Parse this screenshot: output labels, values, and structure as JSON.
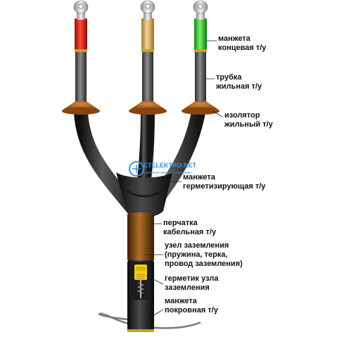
{
  "watermark": {
    "brand": "ETELEKTRO.NET",
    "tagline": "интернет-магазин электрики"
  },
  "labels": {
    "end_cap": {
      "line1": "манжета",
      "line2": "концевая т/у"
    },
    "core_tube": {
      "line1": "трубка",
      "line2": "жильная т/у"
    },
    "core_insulator": {
      "line1": "изолятор",
      "line2": "жильный т/у"
    },
    "sealing_cuff": {
      "line1": "манжета",
      "line2": "герметизирующая т/у"
    },
    "cable_glove": {
      "line1": "перчатка",
      "line2": "кабельная т/у"
    },
    "grounding_unit": {
      "line1": "узел заземления",
      "line2": "(пружина,  терка,",
      "line3": "провод заземления)"
    },
    "grounding_sealant": {
      "line1": "герметик узла",
      "line2": "заземления"
    },
    "sheath_cuff": {
      "line1": "манжета",
      "line2": "покровная т/у"
    }
  },
  "colors": {
    "phase_a": "#e8201c",
    "phase_b": "#e4c070",
    "phase_c": "#22c81e",
    "insulator": "#b05a1c",
    "glove": "#8a4a10",
    "cable": "#2a2a2a",
    "tube": "#5a5a5a",
    "lug": "#c8c8c8"
  },
  "icons": [
    "cable-lug-icon",
    "watermark-logo-icon"
  ]
}
